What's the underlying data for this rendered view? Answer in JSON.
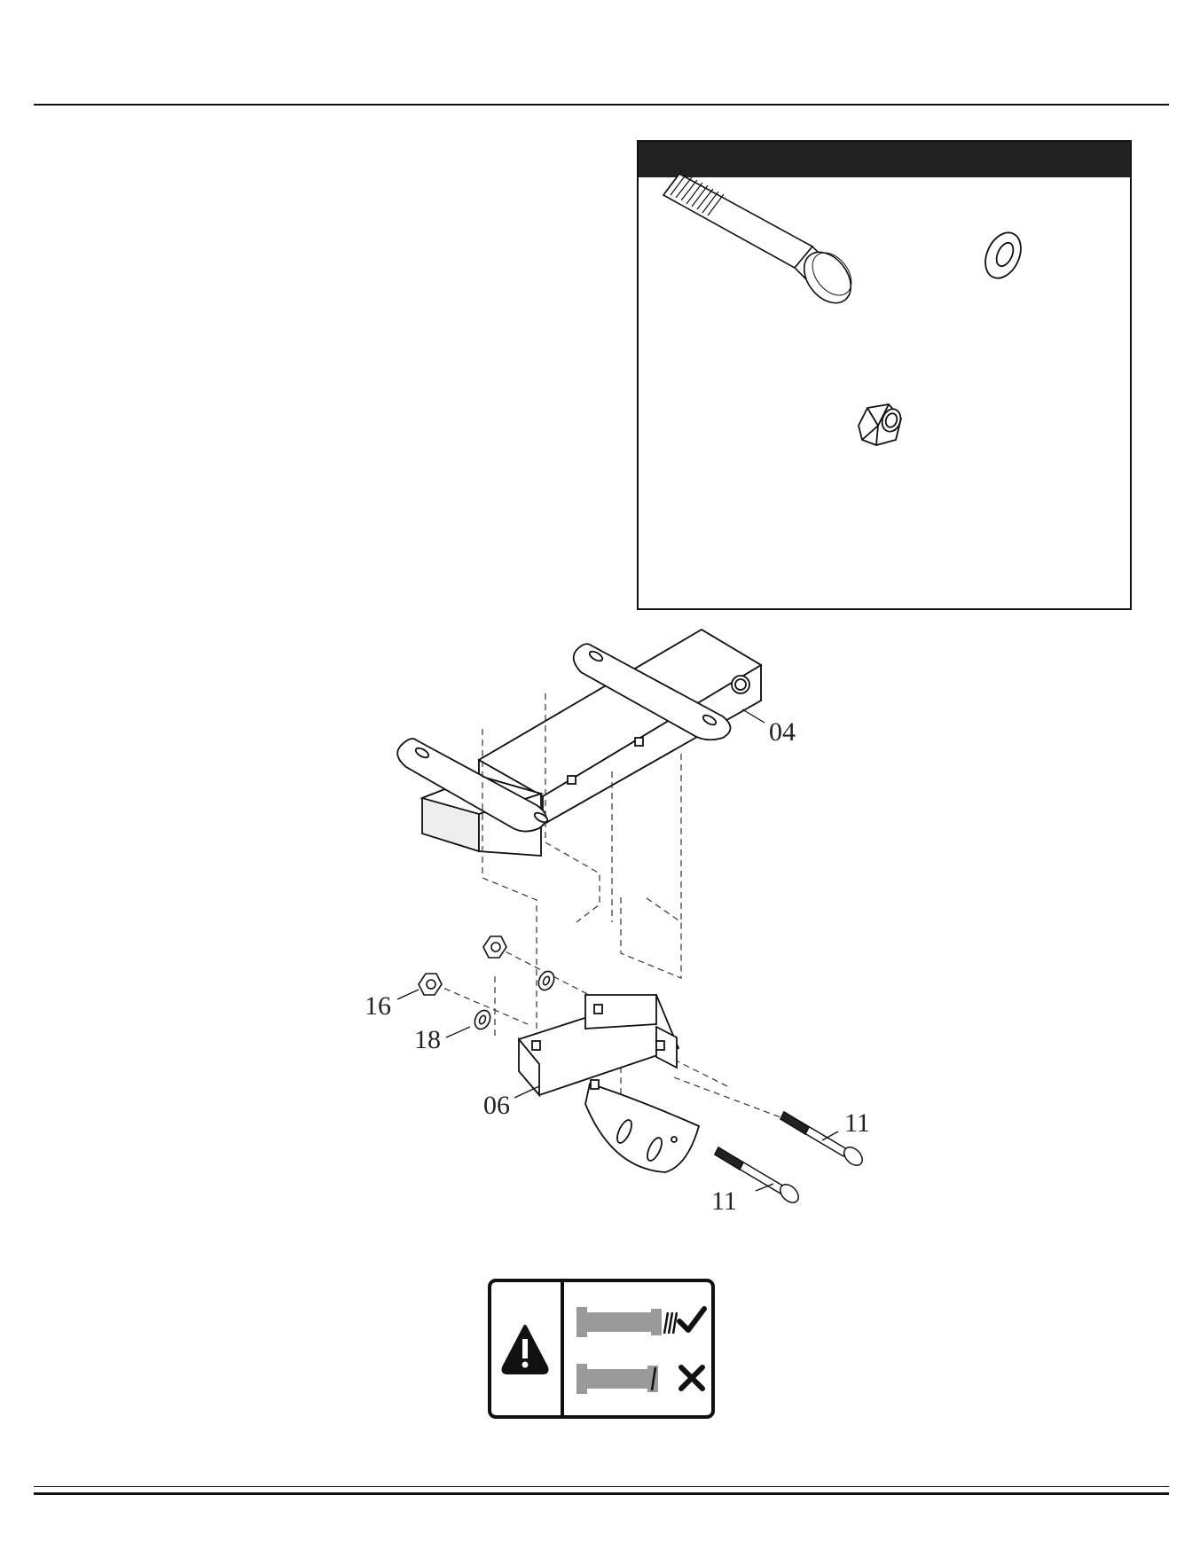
{
  "callouts": {
    "part_04": "04",
    "part_06": "06",
    "part_11_upper": "11",
    "part_11_lower": "11",
    "part_16": "16",
    "part_18": "18"
  },
  "hardware_box": {
    "items": [
      "carriage-bolt",
      "flat-washer",
      "nylon-lock-nut"
    ]
  },
  "warning_panel": {
    "icons": [
      "warning-triangle-icon",
      "bolt-correct-length-icon",
      "check-icon",
      "bolt-short-length-icon",
      "cross-icon"
    ]
  },
  "colors": {
    "ink": "#111111",
    "header_bar": "#222222",
    "bolt_grey": "#9a9a9a"
  }
}
